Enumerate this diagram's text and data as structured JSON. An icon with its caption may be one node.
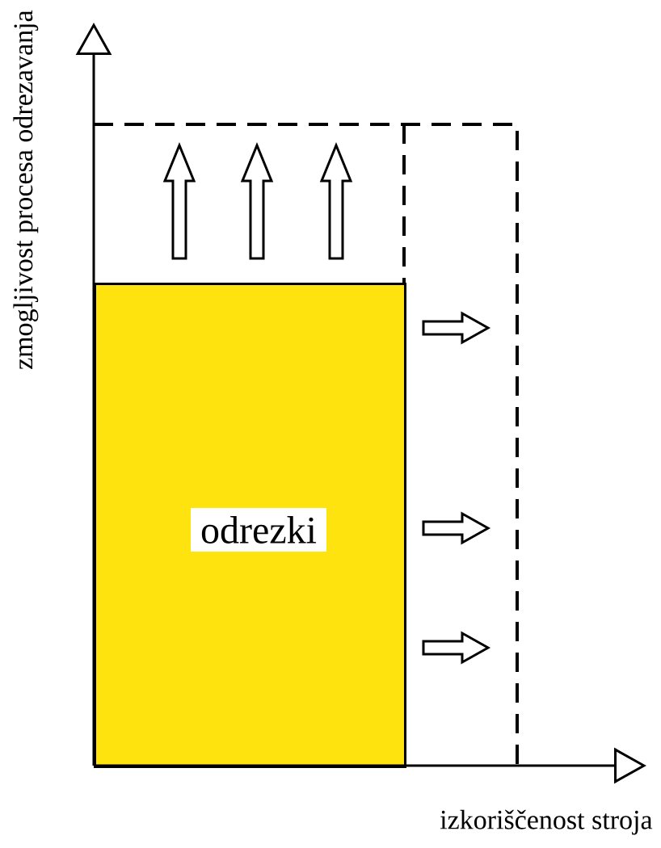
{
  "diagram": {
    "nodes": [
      {
        "text": [
          "odrezki"
        ]
      }
    ],
    "edges": [],
    "labels": [
      "zmogljivost procesa odrezavanja",
      "izkoriščenost stroja"
    ]
  }
}
